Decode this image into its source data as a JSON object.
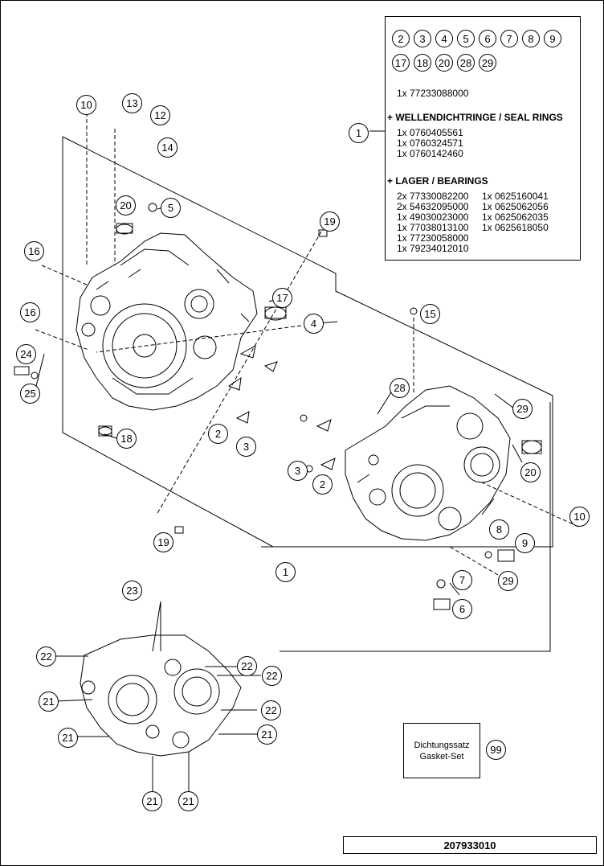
{
  "parts_box": {
    "numbers_row1": [
      "2",
      "3",
      "4",
      "5",
      "6",
      "7",
      "8",
      "9"
    ],
    "numbers_row2": [
      "17",
      "18",
      "20",
      "28",
      "29"
    ],
    "kit_line": "1x 77233088000",
    "seal_header": "+ WELLENDICHTRINGE / SEAL RINGS",
    "seal_rings": [
      "1x 0760405561",
      "1x 0760324571",
      "1x 0760142460"
    ],
    "bearing_header": "+ LAGER / BEARINGS",
    "bearings_left": [
      "2x 77330082200",
      "2x 54632095000",
      "1x 49030023000",
      "1x 77038013100",
      "1x 77230058000",
      "1x 79234012010"
    ],
    "bearings_right": [
      "1x 0625160041",
      "1x 0625062056",
      "1x 0625062035",
      "1x 0625618050"
    ]
  },
  "gasket_box": {
    "line1": "Dichtungssatz",
    "line2": "Gasket-Set",
    "ref": "99"
  },
  "document_number": "207933010",
  "callouts": [
    {
      "id": "c-1a",
      "label": "1"
    },
    {
      "id": "c-10a",
      "label": "10"
    },
    {
      "id": "c-13",
      "label": "13"
    },
    {
      "id": "c-12",
      "label": "12"
    },
    {
      "id": "c-14",
      "label": "14"
    },
    {
      "id": "c-20a",
      "label": "20"
    },
    {
      "id": "c-5",
      "label": "5"
    },
    {
      "id": "c-19a",
      "label": "19"
    },
    {
      "id": "c-16a",
      "label": "16"
    },
    {
      "id": "c-17",
      "label": "17"
    },
    {
      "id": "c-16b",
      "label": "16"
    },
    {
      "id": "c-4",
      "label": "4"
    },
    {
      "id": "c-15",
      "label": "15"
    },
    {
      "id": "c-24",
      "label": "24"
    },
    {
      "id": "c-25",
      "label": "25"
    },
    {
      "id": "c-28",
      "label": "28"
    },
    {
      "id": "c-29a",
      "label": "29"
    },
    {
      "id": "c-18",
      "label": "18"
    },
    {
      "id": "c-2a",
      "label": "2"
    },
    {
      "id": "c-3a",
      "label": "3"
    },
    {
      "id": "c-3b",
      "label": "3"
    },
    {
      "id": "c-2b",
      "label": "2"
    },
    {
      "id": "c-20b",
      "label": "20"
    },
    {
      "id": "c-10b",
      "label": "10"
    },
    {
      "id": "c-19b",
      "label": "19"
    },
    {
      "id": "c-8",
      "label": "8"
    },
    {
      "id": "c-9",
      "label": "9"
    },
    {
      "id": "c-1b",
      "label": "1"
    },
    {
      "id": "c-7",
      "label": "7"
    },
    {
      "id": "c-29b",
      "label": "29"
    },
    {
      "id": "c-6",
      "label": "6"
    },
    {
      "id": "c-23",
      "label": "23"
    },
    {
      "id": "c-22a",
      "label": "22"
    },
    {
      "id": "c-22b",
      "label": "22"
    },
    {
      "id": "c-22c",
      "label": "22"
    },
    {
      "id": "c-21a",
      "label": "21"
    },
    {
      "id": "c-22d",
      "label": "22"
    },
    {
      "id": "c-21b",
      "label": "21"
    },
    {
      "id": "c-21c",
      "label": "21"
    },
    {
      "id": "c-21d",
      "label": "21"
    },
    {
      "id": "c-21e",
      "label": "21"
    }
  ]
}
